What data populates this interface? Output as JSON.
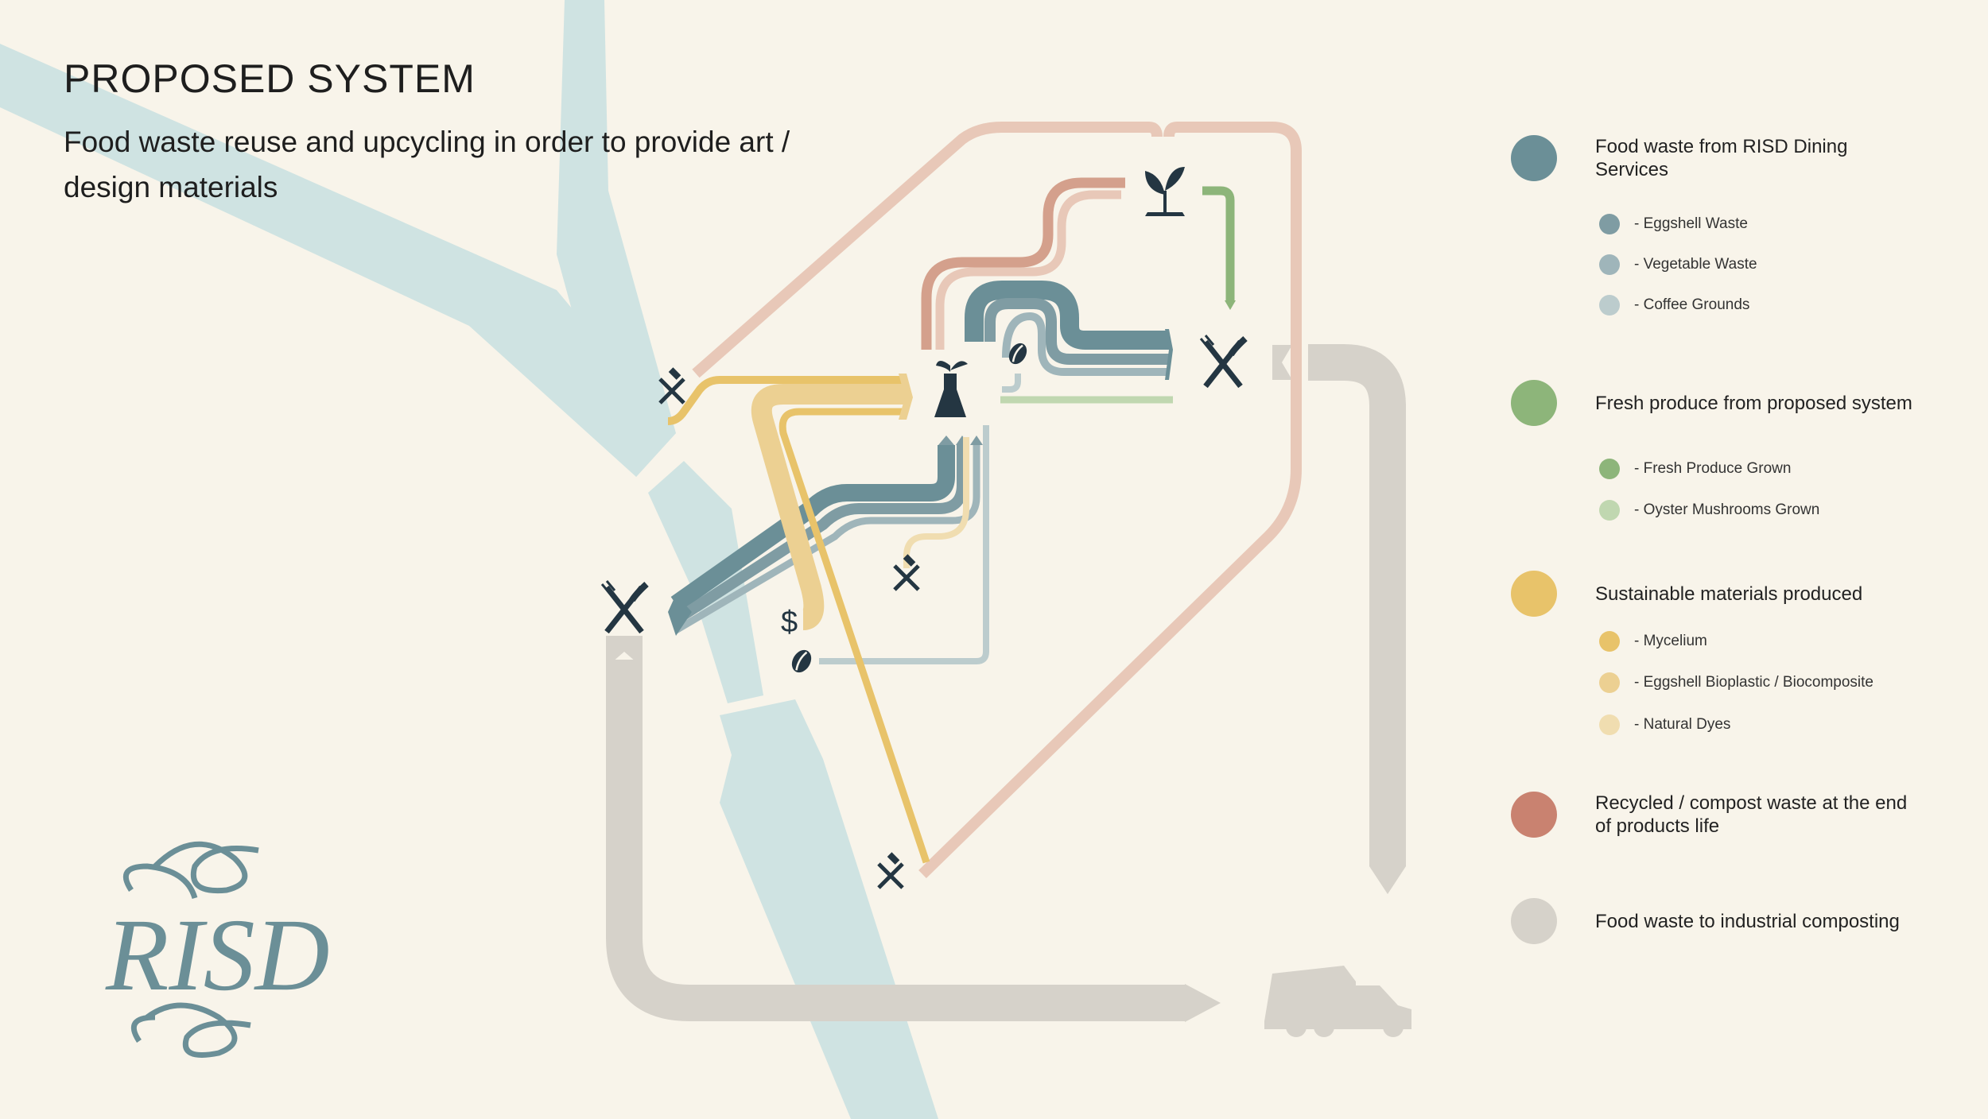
{
  "header": {
    "title": "PROPOSED SYSTEM",
    "subtitle": "Food waste reuse and upcycling in order to provide art / design materials"
  },
  "legend": {
    "dining": {
      "label": "Food waste from RISD Dining Services",
      "color": "#6b8f97"
    },
    "eggshell": {
      "label": "- Eggshell Waste",
      "color": "#7f9ca3"
    },
    "vegetable": {
      "label": "- Vegetable Waste",
      "color": "#9fb5ba"
    },
    "coffee": {
      "label": "- Coffee Grounds",
      "color": "#bccccd"
    },
    "fresh": {
      "label": "Fresh produce from proposed system",
      "color": "#8db57a"
    },
    "fresh_grown": {
      "label": "- Fresh Produce Grown",
      "color": "#8db57a"
    },
    "oyster": {
      "label": "- Oyster Mushrooms Grown",
      "color": "#c0d7b0"
    },
    "materials": {
      "label": "Sustainable materials produced",
      "color": "#e8c36a"
    },
    "mycelium": {
      "label": "- Mycelium",
      "color": "#e8c36a"
    },
    "bioplastic": {
      "label": "- Eggshell Bioplastic / Biocomposite",
      "color": "#ecd092"
    },
    "dyes": {
      "label": "- Natural Dyes",
      "color": "#f0ddb0"
    },
    "recycled": {
      "label": "Recycled / compost waste at the end of products life",
      "color": "#c98270"
    },
    "industrial": {
      "label": "Food waste to industrial composting",
      "color": "#d6d2ca"
    }
  },
  "logo": {
    "text": "RISD",
    "color": "#6b8f97"
  },
  "icons": {
    "dollar": "$"
  },
  "colors": {
    "background": "#f8f4ea",
    "river": "#cfe3e2",
    "icon": "#243642",
    "compost_pink": "#e8c8b8",
    "compost_dark": "#d4a08c"
  }
}
